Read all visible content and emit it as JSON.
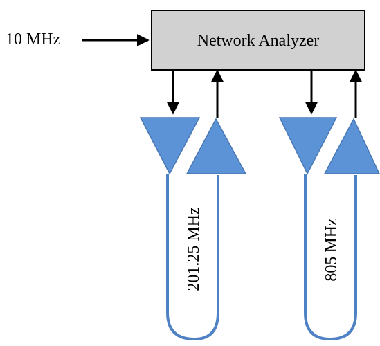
{
  "reference_input": {
    "label": "10 MHz"
  },
  "analyzer": {
    "label": "Network Analyzer",
    "fill_color": "#d1d1d1",
    "stroke_color": "#000000"
  },
  "amplifier_color": "#5b93d6",
  "amplifier_stroke": "#4a78b5",
  "loop_color": "#4f82c4",
  "arrow_color": "#000000",
  "channels": [
    {
      "frequency_label": "201.25 MHz",
      "tx_amplifier_icon": "down-triangle-amplifier",
      "rx_amplifier_icon": "up-triangle-amplifier"
    },
    {
      "frequency_label": "805 MHz",
      "tx_amplifier_icon": "down-triangle-amplifier",
      "rx_amplifier_icon": "up-triangle-amplifier"
    }
  ]
}
